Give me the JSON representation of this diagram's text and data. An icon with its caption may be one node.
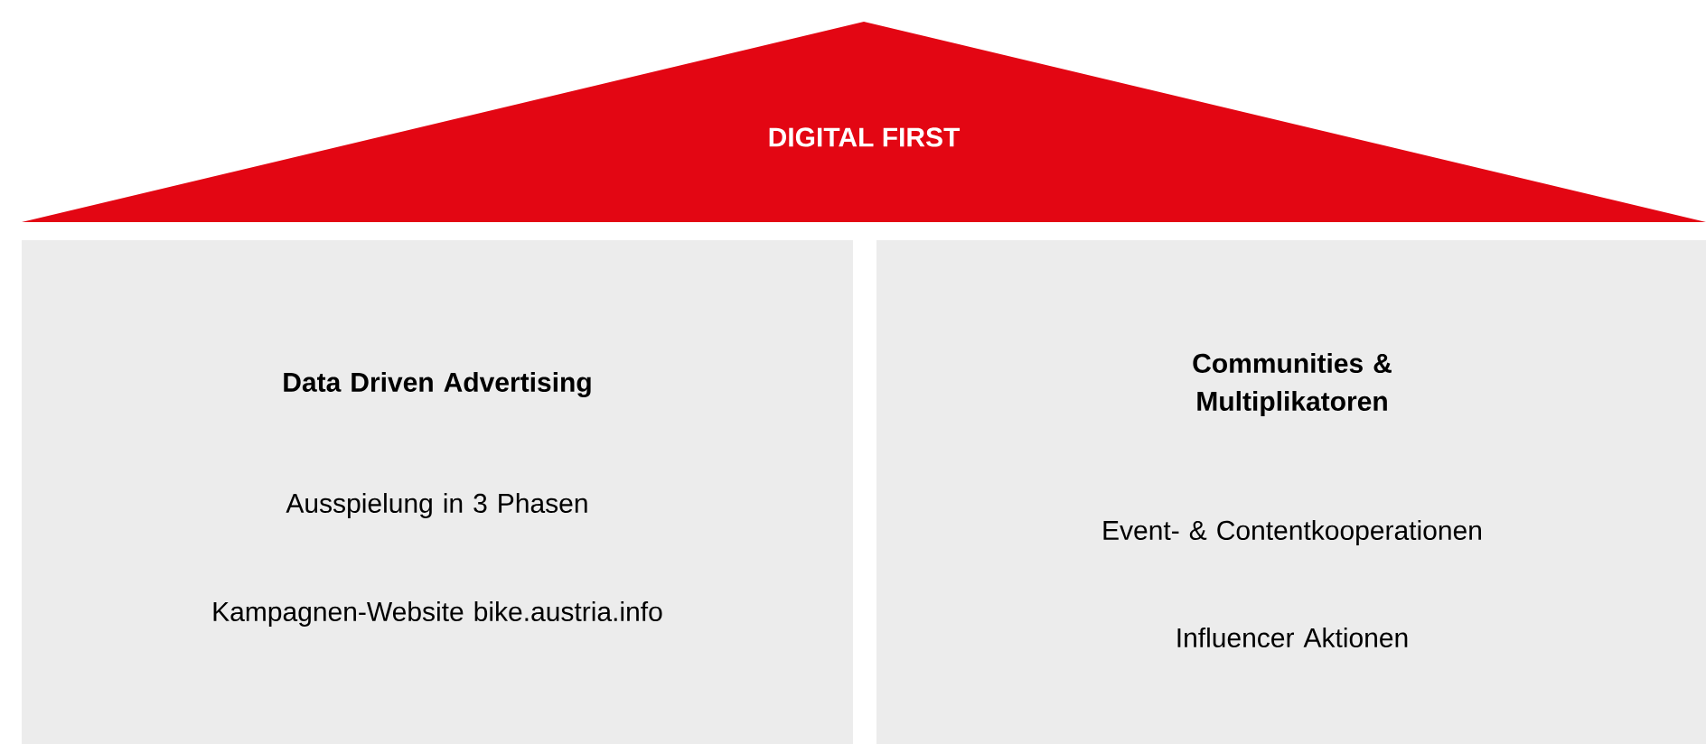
{
  "diagram": {
    "nodes": [
      {
        "text": [
          "DIGITAL FIRST"
        ]
      },
      {
        "text": [
          "Data Driven Advertising",
          "Ausspielung in 3 Phasen",
          "Kampagnen-Website bike.austria.info"
        ]
      },
      {
        "text": [
          "Communities & Multiplikatoren",
          "Event- & Contentkooperationen",
          "Influencer Aktionen"
        ]
      }
    ]
  }
}
